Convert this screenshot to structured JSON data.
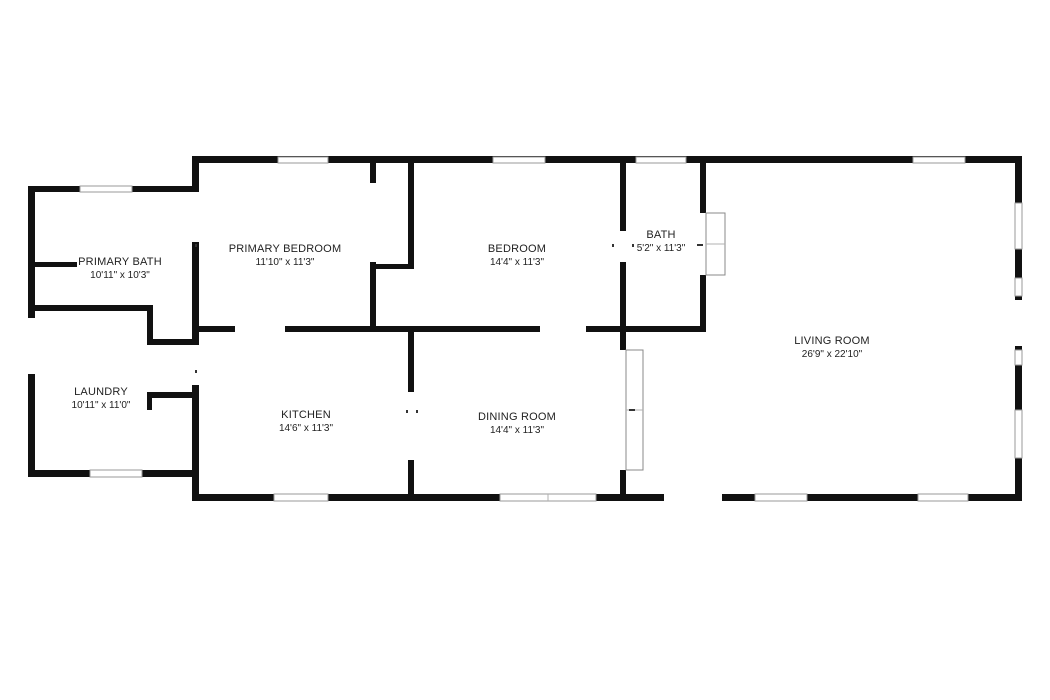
{
  "rooms": {
    "primary_bath": {
      "name": "PRIMARY BATH",
      "dims": "10'11\" x 10'3\""
    },
    "primary_bedroom": {
      "name": "PRIMARY BEDROOM",
      "dims": "11'10\" x 11'3\""
    },
    "bedroom": {
      "name": "BEDROOM",
      "dims": "14'4\" x 11'3\""
    },
    "bath": {
      "name": "BATH",
      "dims": "5'2\" x 11'3\""
    },
    "living_room": {
      "name": "LIVING ROOM",
      "dims": "26'9\" x 22'10\""
    },
    "laundry": {
      "name": "LAUNDRY",
      "dims": "10'11\" x 11'0\""
    },
    "kitchen": {
      "name": "KITCHEN",
      "dims": "14'6\" x 11'3\""
    },
    "dining_room": {
      "name": "DINING ROOM",
      "dims": "14'4\" x 11'3\""
    }
  }
}
